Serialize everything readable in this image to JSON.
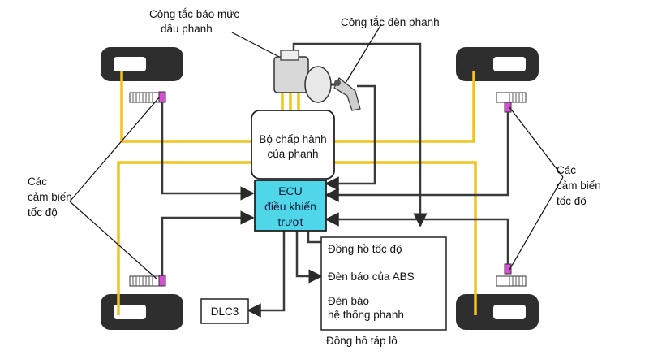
{
  "labels": {
    "brake_fluid_switch_1": "Công tắc báo mức",
    "brake_fluid_switch_2": "dầu phanh",
    "brake_light_switch": "Công tắc đèn phanh",
    "actuator_1": "Bộ chấp hành",
    "actuator_2": "của phanh",
    "ecu_1": "ECU",
    "ecu_2": "điều khiển",
    "ecu_3": "trượt",
    "sensors_left_1": "Các",
    "sensors_left_2": "cảm biến",
    "sensors_left_3": "tốc độ",
    "sensors_right_1": "Các",
    "sensors_right_2": "cảm biến",
    "sensors_right_3": "tốc độ",
    "dlc3": "DLC3",
    "speedometer": "Đồng hồ tốc độ",
    "abs_lamp": "Đèn báo của ABS",
    "brake_lamp_1": "Đèn báo",
    "brake_lamp_2": "hệ thống phanh",
    "combination_meter": "Đồng hồ táp lô"
  },
  "colors": {
    "hydraulic_line": "#f3c31b",
    "wire": "#3a3a3a",
    "ecu_fill": "#4fd6e8",
    "sensor_marker": "#d44fd4"
  }
}
